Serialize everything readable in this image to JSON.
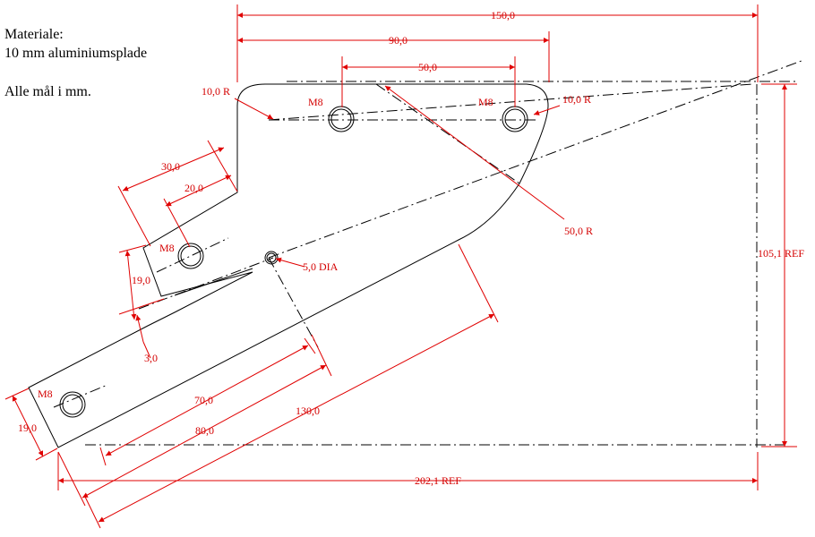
{
  "notes": {
    "material_label": "Materiale:",
    "material_value": "10 mm aluminiumsplade",
    "units_note": "Alle mål i mm."
  },
  "dimensions": {
    "overall_width": "150,0",
    "hole_span_90": "90,0",
    "hole_span_50": "50,0",
    "radius_left": "10,0 R",
    "radius_right": "10,0 R",
    "radius_big": "50,0 R",
    "height_ref": "105,1 REF",
    "width_ref": "202,1 REF",
    "arm_30": "30,0",
    "arm_20": "20,0",
    "arm_19_upper": "19,0",
    "arm_gap_3": "3,0",
    "hole_dia": "5,0 DIA",
    "arm_70": "70,0",
    "arm_80": "80,0",
    "arm_130": "130,0",
    "arm_19_lower": "19,0"
  },
  "holes": {
    "top_left": "M8",
    "top_right": "M8",
    "middle": "M8",
    "bottom": "M8"
  },
  "colors": {
    "dimension": "#e00000",
    "outline": "#000000"
  }
}
